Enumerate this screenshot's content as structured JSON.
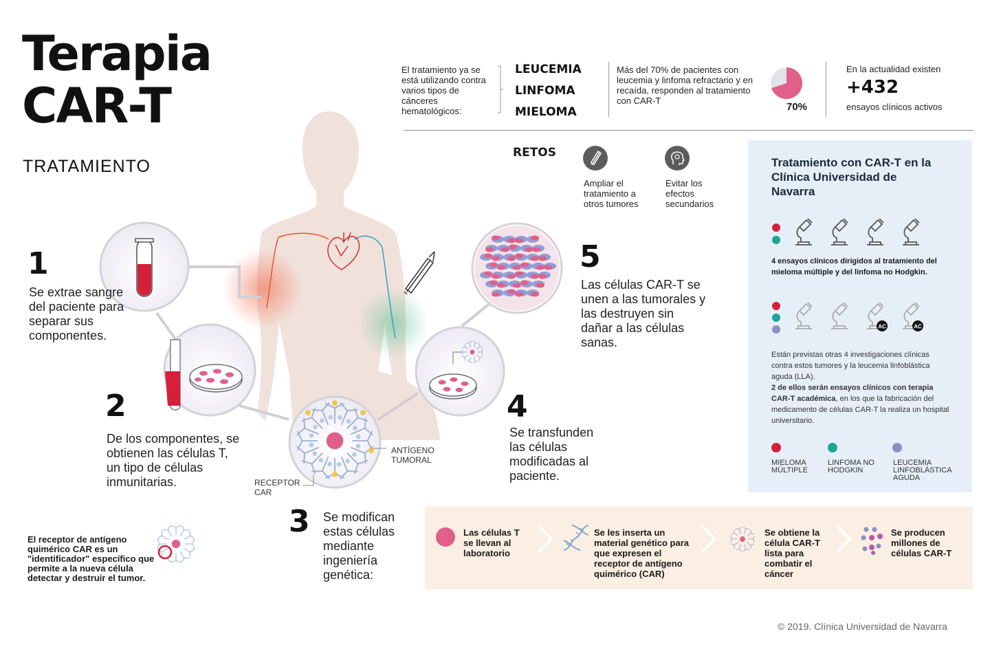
{
  "header": {
    "title_line1": "Terapia",
    "title_line2": "CAR-T",
    "subtitle": "TRATAMIENTO"
  },
  "stats": {
    "intro": "El tratamiento ya se está utilizando contra varios tipos de cánceres hematológicos:",
    "cancers": [
      "LEUCEMIA",
      "LINFOMA",
      "MIELOMA"
    ],
    "response_text": "Más del 70% de pacientes con leucemia y linfoma refractario y en recaída, responden al tratamiento con CAR-T",
    "response_pct_label": "70%",
    "response_fraction": 0.7,
    "trials_intro": "En la actualidad existen",
    "trials_count": "+432",
    "trials_suffix": "ensayos clínicos activos"
  },
  "retos": {
    "label": "RETOS",
    "items": [
      {
        "icon": "test-tube-icon",
        "text": "Ampliar el tratamiento a otros tumores"
      },
      {
        "icon": "head-icon",
        "text": "Evitar los efectos secundarios"
      }
    ]
  },
  "steps": [
    {
      "num": "1",
      "text": "Se extrae sangre del paciente para separar sus componentes."
    },
    {
      "num": "2",
      "text": "De los componentes, se obtienen las células T, un tipo de células inmunitarias."
    },
    {
      "num": "3",
      "text": "Se modifican estas células mediante ingeniería genética:"
    },
    {
      "num": "4",
      "text": "Se transfunden las células modificadas al paciente."
    },
    {
      "num": "5",
      "text": "Las células CAR-T se unen a las tumorales y las destruyen sin dañar a las células sanas."
    }
  ],
  "labels": {
    "antigen": "ANTÍGENO TUMORAL",
    "receptor": "RECEPTOR CAR"
  },
  "car_note": "El receptor de antígeno quimérico CAR es un \"identificador\" específico que permite a la nueva célula detectar y destruir el tumor.",
  "clinic": {
    "title": "Tratamiento con CAR-T en la Clínica Universidad de Navarra",
    "trials_text": "4 ensayos clínicos dirigidos al tratamiento del mieloma múltiple y del linfoma no Hodgkin.",
    "planned_text": "Están previstas otras 4 investigaciones clínicas contra estos tumores y la leucemia linfoblástica aguda (LLA).",
    "academic_bold": "2 de ellos serán ensayos clínicos con terapia CAR-T académica",
    "academic_rest": ", en los que la fabricación del medicamento de células CAR-T la realiza un hospital universitario.",
    "ac_badge": "AC",
    "legend": [
      {
        "label": "MIELOMA MÚLTIPLE",
        "color": "#d6203a"
      },
      {
        "label": "LINFOMA NO HODGKIN",
        "color": "#1aa596"
      },
      {
        "label": "LEUCEMIA LINFOBLÁSTICA AGUDA",
        "color": "#8b8fc4"
      }
    ]
  },
  "process": [
    {
      "icon": "t-cell-icon",
      "text": "Las células T se llevan al laboratorio"
    },
    {
      "icon": "dna-icon",
      "text": "Se les inserta un material genético para que expresen el receptor de antígeno quimérico (CAR)"
    },
    {
      "icon": "car-t-cell-icon",
      "text": "Se obtiene la célula CAR-T lista para combatir el cáncer"
    },
    {
      "icon": "cells-cluster-icon",
      "text": "Se producen millones de células CAR-T"
    }
  ],
  "footer": {
    "copyright": "© 2019. Clínica Universidad de Navarra"
  },
  "colors": {
    "pink": "#e0608a",
    "red": "#d6203a",
    "teal": "#1aa596",
    "lavender": "#8b8fc4",
    "panel": "#e6eff7",
    "bottom": "#fbeee2",
    "body": "#f0e0da"
  }
}
